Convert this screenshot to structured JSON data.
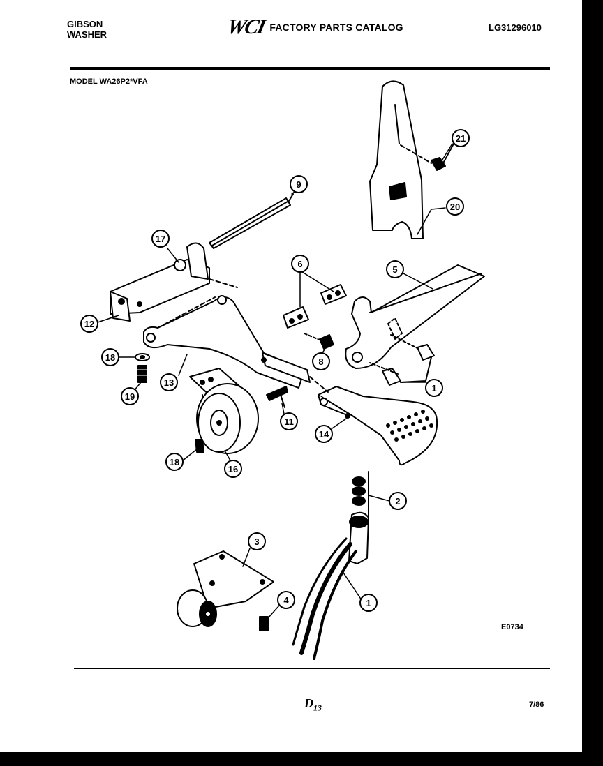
{
  "header": {
    "brand_line1": "GIBSON",
    "brand_line2": "WASHER",
    "logo_text": "WCI",
    "catalog_title": "FACTORY PARTS CATALOG",
    "catalog_id": "LG31296010"
  },
  "model_label": "MODEL WA26P2*VFA",
  "figure_code": "E0734",
  "page_ref": {
    "main": "D",
    "sub": "13"
  },
  "date_code": "7/86",
  "callouts": [
    {
      "number": "21"
    },
    {
      "number": "20"
    },
    {
      "number": "9"
    },
    {
      "number": "17"
    },
    {
      "number": "6"
    },
    {
      "number": "5"
    },
    {
      "number": "12"
    },
    {
      "number": "8"
    },
    {
      "number": "18"
    },
    {
      "number": "13"
    },
    {
      "number": "1"
    },
    {
      "number": "19"
    },
    {
      "number": "11"
    },
    {
      "number": "14"
    },
    {
      "number": "18"
    },
    {
      "number": "16"
    },
    {
      "number": "2"
    },
    {
      "number": "3"
    },
    {
      "number": "4"
    },
    {
      "number": "1"
    }
  ]
}
